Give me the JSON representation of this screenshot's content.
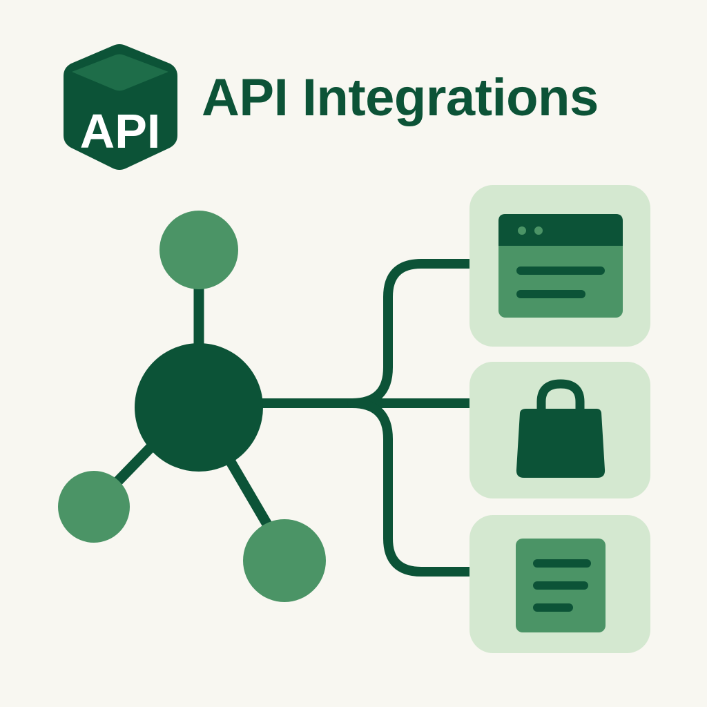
{
  "logo": {
    "text": "API",
    "icon": "api-cube-icon"
  },
  "header": {
    "title": "API Integrations"
  },
  "diagram": {
    "hub_icon": "network-hub-icon",
    "satellite_count": 3,
    "cards": [
      {
        "name": "card-web-app",
        "icon": "browser-window-icon"
      },
      {
        "name": "card-ecommerce",
        "icon": "shopping-bag-icon"
      },
      {
        "name": "card-document",
        "icon": "document-icon"
      }
    ]
  },
  "colors": {
    "background": "#f8f7f1",
    "dark_green": "#0c5337",
    "mid_green": "#4b9466",
    "card_bg": "#d4e8d0"
  }
}
